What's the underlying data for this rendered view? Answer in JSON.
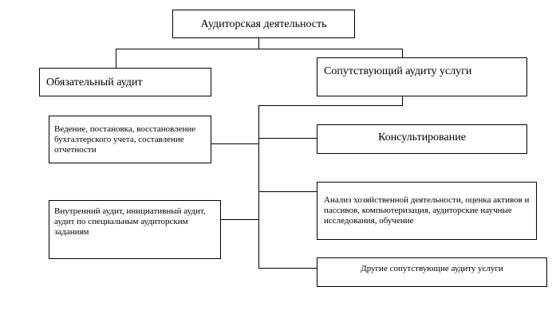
{
  "diagram": {
    "root": {
      "label": "Аудиторская деятельность"
    },
    "mandatory_audit": {
      "label": "Обязательный аудит",
      "children": [
        {
          "label": "Ведение, постановка, восстановление бухгалтерского учета, составление отчетности"
        },
        {
          "label": "Внутренний аудит, инициативный аудит, аудит по специальным аудиторским заданиям"
        }
      ]
    },
    "related_services": {
      "label": "Сопутствующий аудиту услуги",
      "children": [
        {
          "label": "Консультирование"
        },
        {
          "label": "Анализ хозяйственной деятельности, оценка активов и пассивов, компьютеризация, аудиторские научные исследования, обучение"
        },
        {
          "label": "Другие сопутствующие аудиту услуги"
        }
      ]
    }
  },
  "colors": {
    "line": "#000000",
    "box_border": "#000000",
    "background": "#ffffff"
  }
}
